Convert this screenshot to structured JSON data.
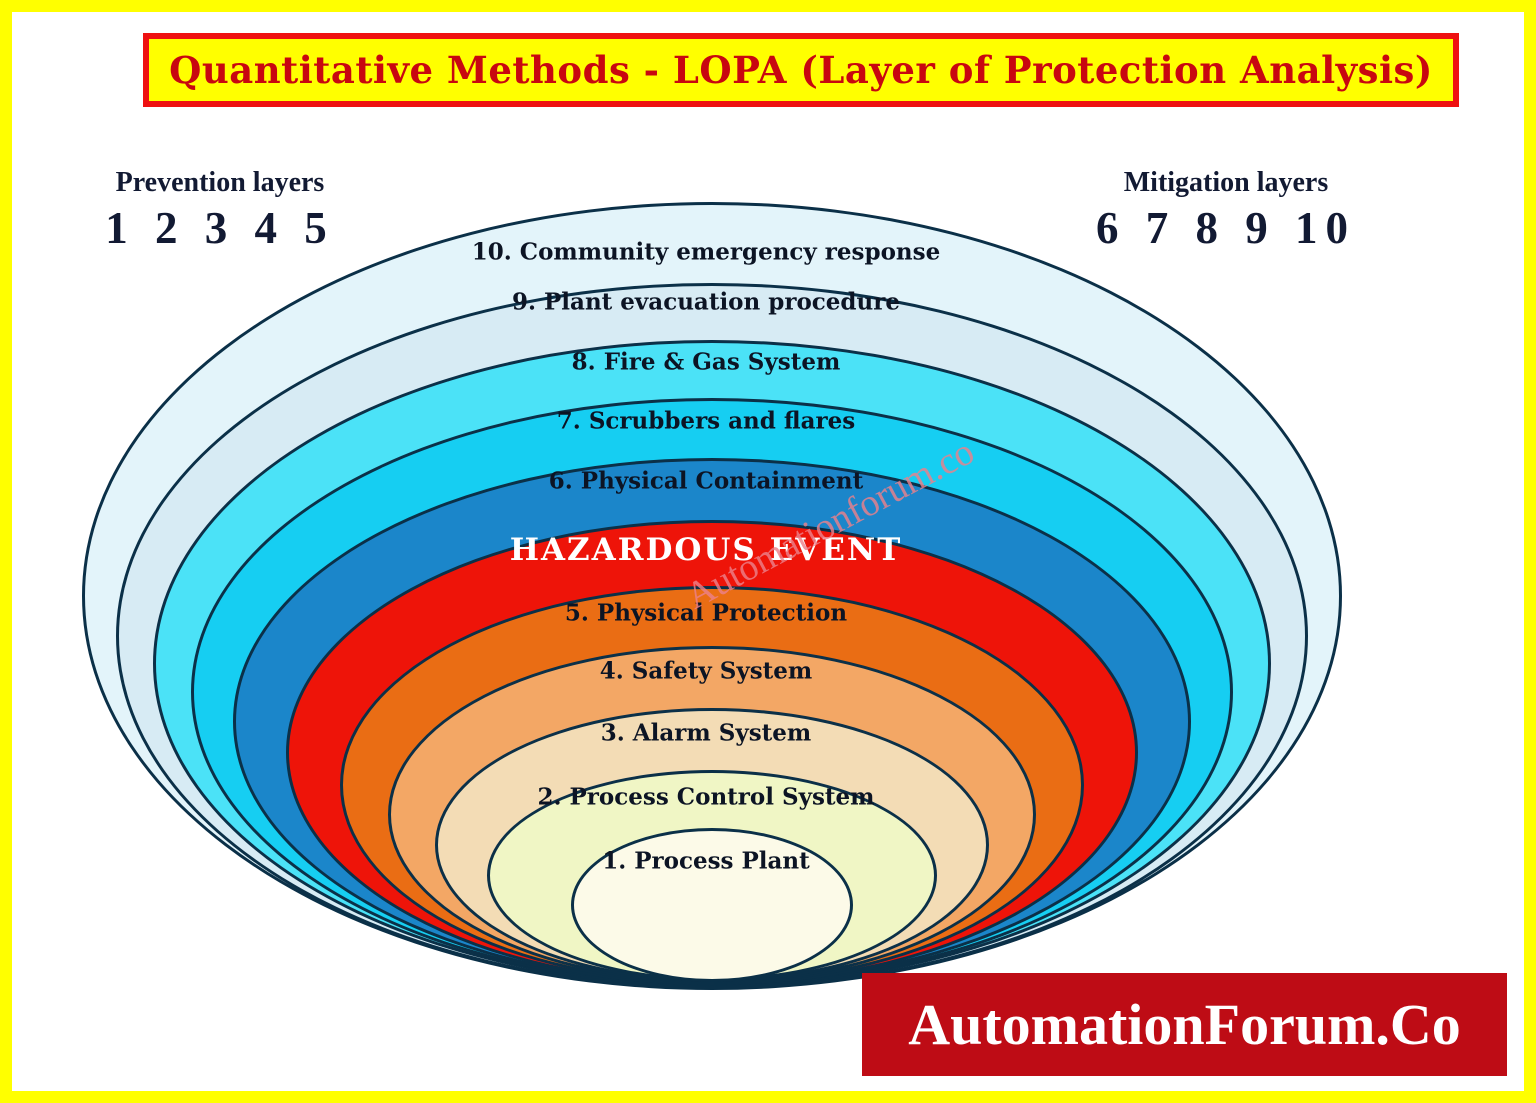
{
  "title": "Quantitative Methods - LOPA (Layer of Protection Analysis)",
  "prevention": {
    "label": "Prevention layers",
    "numbers": "1 2 3 4 5"
  },
  "mitigation": {
    "label": "Mitigation layers",
    "numbers": "6 7 8 9 10"
  },
  "layers": [
    {
      "id": "layer-10",
      "label": "10. Community emergency response",
      "fill": "#E3F4FA",
      "text_color": "#0c1424",
      "group": "mitigation"
    },
    {
      "id": "layer-9",
      "label": "9. Plant evacuation procedure",
      "fill": "#D7EBF4",
      "text_color": "#0c1424",
      "group": "mitigation"
    },
    {
      "id": "layer-8",
      "label": "8. Fire & Gas System",
      "fill": "#4BE2F7",
      "text_color": "#0c1424",
      "group": "mitigation"
    },
    {
      "id": "layer-7",
      "label": "7. Scrubbers and flares",
      "fill": "#16CEF2",
      "text_color": "#0c1424",
      "group": "mitigation"
    },
    {
      "id": "layer-6",
      "label": "6. Physical Containment",
      "fill": "#1B86CA",
      "text_color": "#0c1424",
      "group": "mitigation"
    },
    {
      "id": "hazardous-event",
      "label": "HAZARDOUS EVENT",
      "fill": "#EE1409",
      "text_color": "#FFFFFF",
      "group": "event"
    },
    {
      "id": "layer-5",
      "label": "5. Physical Protection",
      "fill": "#EA6D14",
      "text_color": "#0c1424",
      "group": "prevention"
    },
    {
      "id": "layer-4",
      "label": "4. Safety System",
      "fill": "#F3A765",
      "text_color": "#0c1424",
      "group": "prevention"
    },
    {
      "id": "layer-3",
      "label": "3. Alarm System",
      "fill": "#F3DCB5",
      "text_color": "#0c1424",
      "group": "prevention"
    },
    {
      "id": "layer-2",
      "label": "2. Process Control System",
      "fill": "#F0F6C5",
      "text_color": "#0c1424",
      "group": "prevention"
    },
    {
      "id": "layer-1",
      "label": "1. Process Plant",
      "fill": "#FCFAE8",
      "text_color": "#0c1424",
      "group": "prevention"
    }
  ],
  "watermark": {
    "text": "Automationforum.co",
    "color": "#EC808A"
  },
  "logo": {
    "text": "AutomationForum.Co",
    "background": "#BE0C15"
  },
  "accent_colors": {
    "frame": "#FFFF00",
    "title_border": "#EE1111",
    "title_text": "#C80710",
    "ellipse_outline": "#0b3048"
  }
}
